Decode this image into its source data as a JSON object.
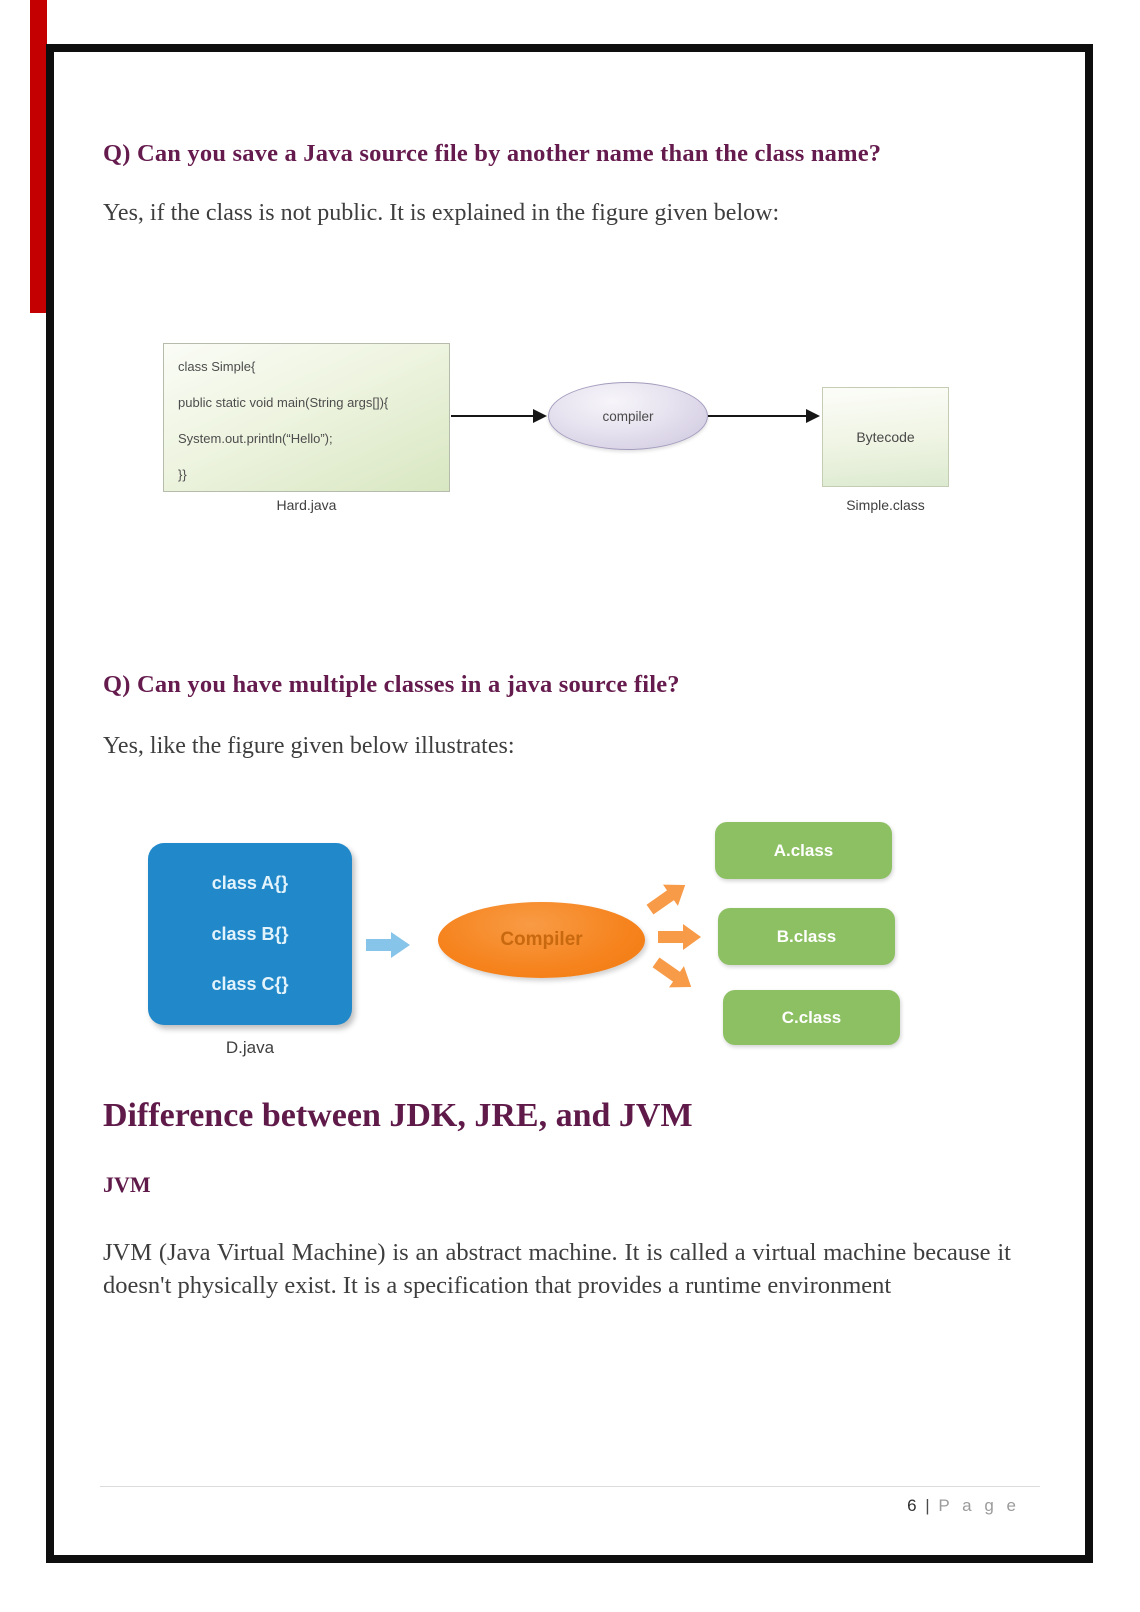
{
  "colors": {
    "heading_maroon": "#651b4d",
    "ribbon_red": "#c50000",
    "figure_blue": "#2189c9",
    "figure_orange": "#f6831d",
    "figure_green": "#8dc063",
    "frame_black": "#0e0e0e"
  },
  "q1": {
    "heading": "Q) Can you save a Java source file by another name than the class name?",
    "body": "Yes, if the class is not public. It is explained in the figure given below:"
  },
  "fig1": {
    "code_lines": [
      "class Simple{",
      "public static void main(String args[]){",
      "System.out.println(“Hello”);",
      "}}"
    ],
    "source_label": "Hard.java",
    "compiler_label": "compiler",
    "output_box_label": "Bytecode",
    "output_file_label": "Simple.class"
  },
  "q2": {
    "heading": "Q) Can you have multiple classes in a java source file?",
    "body": "Yes, like the figure given below illustrates:"
  },
  "fig2": {
    "source_classes": [
      "class A{}",
      "class B{}",
      "class C{}"
    ],
    "source_label": "D.java",
    "compiler_label": "Compiler",
    "outputs": [
      "A.class",
      "B.class",
      "C.class"
    ]
  },
  "section": {
    "title": "Difference between JDK, JRE, and JVM",
    "subtitle": "JVM",
    "paragraph": "JVM (Java Virtual Machine) is an abstract machine. It is called a virtual machine because it doesn't physically exist. It is a specification that provides a runtime environment"
  },
  "footer": {
    "page_number": "6",
    "separator": "|",
    "page_word": "P a g e"
  }
}
